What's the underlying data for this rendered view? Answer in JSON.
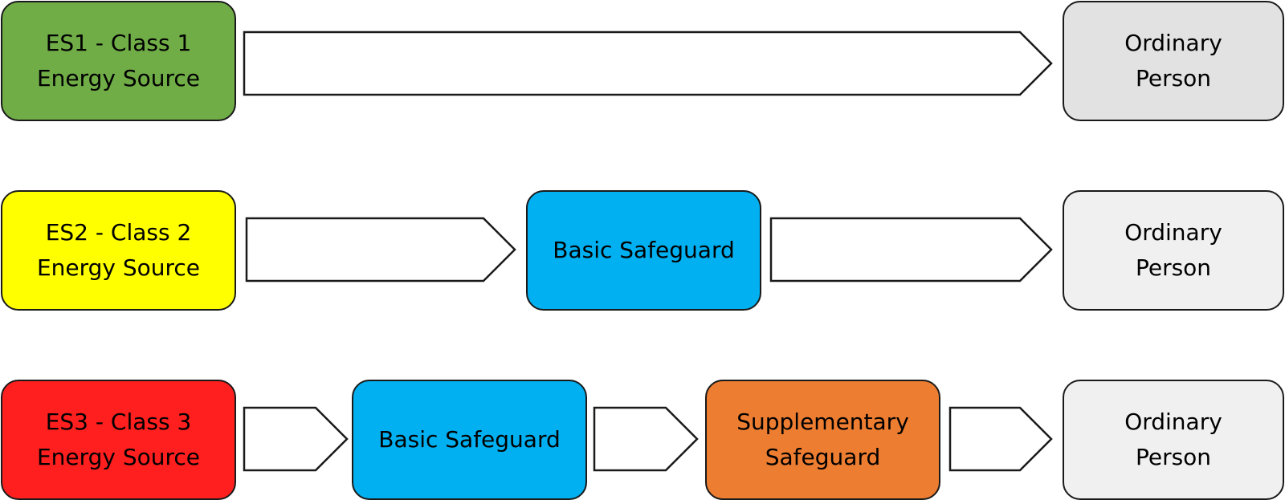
{
  "colors": {
    "class1": "#70ad47",
    "class2": "#ffff00",
    "class3": "#ff1f1f",
    "basic_safeguard": "#00b0f0",
    "supplementary_safeguard": "#ed7d31",
    "ordinary_person_row1": "#e2e2e2",
    "ordinary_person": "#f0f0f0"
  },
  "rows": [
    {
      "source": {
        "line1": "ES1 - Class 1",
        "line2": "Energy Source"
      },
      "target": {
        "line1": "Ordinary",
        "line2": "Person"
      }
    },
    {
      "source": {
        "line1": "ES2 - Class 2",
        "line2": "Energy Source"
      },
      "basic_safeguard": "Basic Safeguard",
      "target": {
        "line1": "Ordinary",
        "line2": "Person"
      }
    },
    {
      "source": {
        "line1": "ES3 - Class 3",
        "line2": "Energy Source"
      },
      "basic_safeguard": "Basic Safeguard",
      "supplementary_safeguard": {
        "line1": "Supplementary",
        "line2": "Safeguard"
      },
      "target": {
        "line1": "Ordinary",
        "line2": "Person"
      }
    }
  ]
}
